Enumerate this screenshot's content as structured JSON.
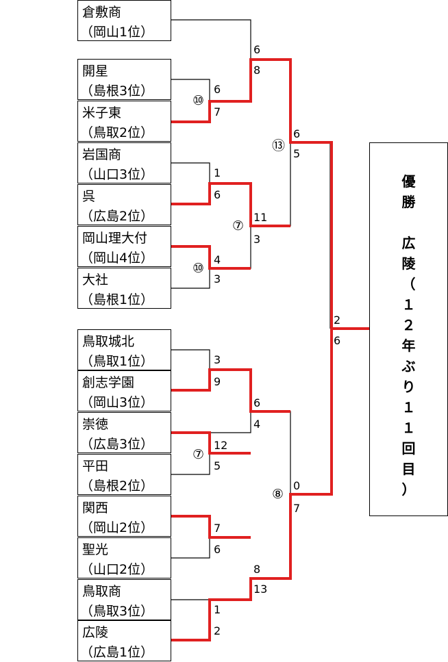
{
  "teams": [
    {
      "name": "倉敷商",
      "note": "（岡山1位）"
    },
    {
      "name": "開星",
      "note": "（島根3位）"
    },
    {
      "name": "米子東",
      "note": "（鳥取2位）"
    },
    {
      "name": "岩国商",
      "note": "（山口3位）"
    },
    {
      "name": "呉",
      "note": "（広島2位）"
    },
    {
      "name": "岡山理大付",
      "note": "（岡山4位）"
    },
    {
      "name": "大社",
      "note": "（島根1位）"
    },
    {
      "name": "鳥取城北",
      "note": "（鳥取1位）"
    },
    {
      "name": "創志学園",
      "note": "（岡山3位）"
    },
    {
      "name": "崇徳",
      "note": "（広島3位）"
    },
    {
      "name": "平田",
      "note": "（島根2位）"
    },
    {
      "name": "関西",
      "note": "（岡山2位）"
    },
    {
      "name": "聖光",
      "note": "（山口2位）"
    },
    {
      "name": "鳥取商",
      "note": "（鳥取3位）"
    },
    {
      "name": "広陵",
      "note": "（広島1位）"
    }
  ],
  "scores": {
    "kaisei_yonagohigashi": [
      "6",
      "7"
    ],
    "iwakuni_kure": [
      "1",
      "6"
    ],
    "okayamaridai_taisha": [
      "4",
      "3"
    ],
    "kurashiki_yonagohigashi": [
      "6",
      "8"
    ],
    "kure_okayamaridai": [
      "11",
      "3"
    ],
    "yonagohigashi_kure": [
      "6",
      "5"
    ],
    "tottorijohoku_soshi": [
      "3",
      "9"
    ],
    "sotoku_hirata": [
      "12",
      "5"
    ],
    "kansai_seiko": [
      "7",
      "6"
    ],
    "tottorisho_koryo": [
      "1",
      "2"
    ],
    "soshi_sotoku": [
      "6",
      "4"
    ],
    "kansai_koryo": [
      "8",
      "13"
    ],
    "soshi_koryo": [
      "0",
      "7"
    ],
    "final": [
      "2",
      "6"
    ]
  },
  "round_marks": {
    "r1_top_a": "⑩",
    "r1_top_b": "⑩",
    "qf_top": "⑦",
    "sf_top": "⑬",
    "r1_bottom": "⑦",
    "sf_bottom": "⑧"
  },
  "champion": {
    "chars": [
      "優",
      "勝",
      "",
      "広",
      "陵",
      "（",
      "１",
      "２",
      "年",
      "ぶ",
      "り",
      "１",
      "１",
      "回",
      "目",
      "）"
    ]
  },
  "colors": {
    "winner_line": "#e02020",
    "line": "#000000"
  }
}
